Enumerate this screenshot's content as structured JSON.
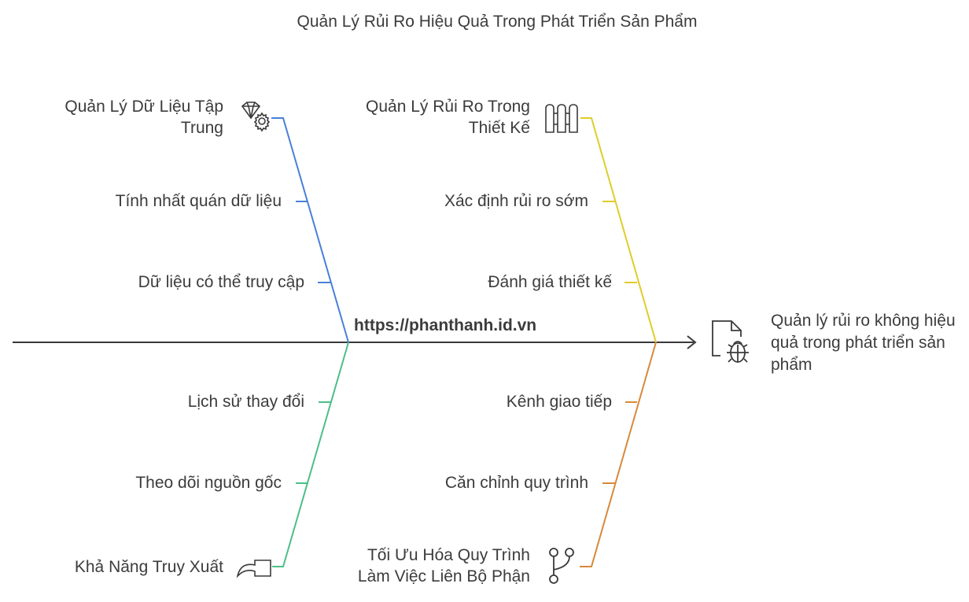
{
  "title": "Quản Lý Rủi Ro Hiệu Quả Trong Phát Triển Sản Phẩm",
  "watermark": "https://phanthanh.id.vn",
  "head": "Quản lý rủi ro không hiệu quả trong phát triển sản phẩm",
  "branches": {
    "data_management": {
      "title_line1": "Quản Lý Dữ Liệu Tập",
      "title_line2": "Trung",
      "items": [
        "Tính nhất quán dữ liệu",
        "Dữ liệu có thể truy cập"
      ],
      "color": "#4a7fd8",
      "icon": "gem-gear-icon"
    },
    "design_risk": {
      "title_line1": "Quản Lý Rủi Ro Trong",
      "title_line2": "Thiết Kế",
      "items": [
        "Xác định rủi ro sớm",
        "Đánh giá thiết kế"
      ],
      "color": "#e0cc2a",
      "icon": "fence-icon"
    },
    "traceability": {
      "title": "Khả Năng Truy Xuất",
      "items": [
        "Lịch sử thay đổi",
        "Theo dõi nguồn gốc"
      ],
      "color": "#4cbf86",
      "icon": "curved-arrow-icon"
    },
    "workflow": {
      "title_line1": "Tối Ưu Hóa Quy Trình",
      "title_line2": "Làm Việc Liên Bộ Phận",
      "items": [
        "Kênh giao tiếp",
        "Căn chỉnh quy trình"
      ],
      "color": "#d8893a",
      "icon": "git-branch-icon"
    }
  }
}
